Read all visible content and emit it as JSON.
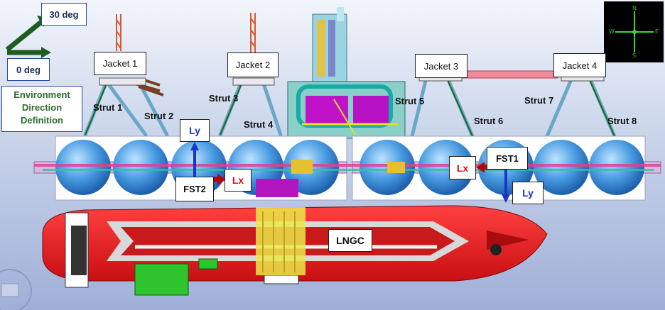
{
  "direction_labels": {
    "deg30": "30 deg",
    "deg0": "0 deg"
  },
  "environment_definition": [
    "Environment",
    "Direction",
    "Definition"
  ],
  "jackets": [
    "Jacket 1",
    "Jacket 2",
    "Jacket 3",
    "Jacket 4"
  ],
  "struts": [
    "Strut 1",
    "Strut 2",
    "Strut 3",
    "Strut 4",
    "Strut 5",
    "Strut 6",
    "Strut 7",
    "Strut 8"
  ],
  "fst1": {
    "name": "FST1",
    "lx": "Lx",
    "ly": "Ly"
  },
  "fst2": {
    "name": "FST2",
    "lx": "Lx",
    "ly": "Ly"
  },
  "lngc": "LNGC",
  "compass": {
    "north": "N",
    "south": "S",
    "east": "E",
    "west": "W"
  },
  "colors": {
    "hull": "#e8171b",
    "tank": "#3d8fd8",
    "ly_arrow": "#1a35c8",
    "lx_arrow": "#b0070b",
    "lx_text": "#d61010",
    "ly_text": "#1a35c8"
  }
}
